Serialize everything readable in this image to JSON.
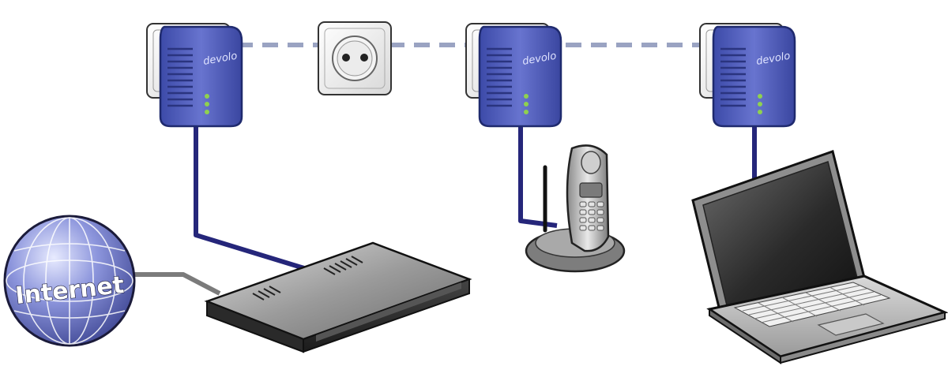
{
  "globe": {
    "label": "Internet"
  },
  "adapters": [
    {
      "brand": "devolo"
    },
    {
      "brand": "devolo"
    },
    {
      "brand": "devolo"
    }
  ],
  "colors": {
    "adapter_body": "#4f5cb8",
    "adapter_edge": "#24307a",
    "network_cable": "#25267a",
    "powerline_link": "#9aa3c2",
    "internet_cable": "#7b7b7b",
    "led": "#8fd14f",
    "globe": "#6c77c9"
  }
}
